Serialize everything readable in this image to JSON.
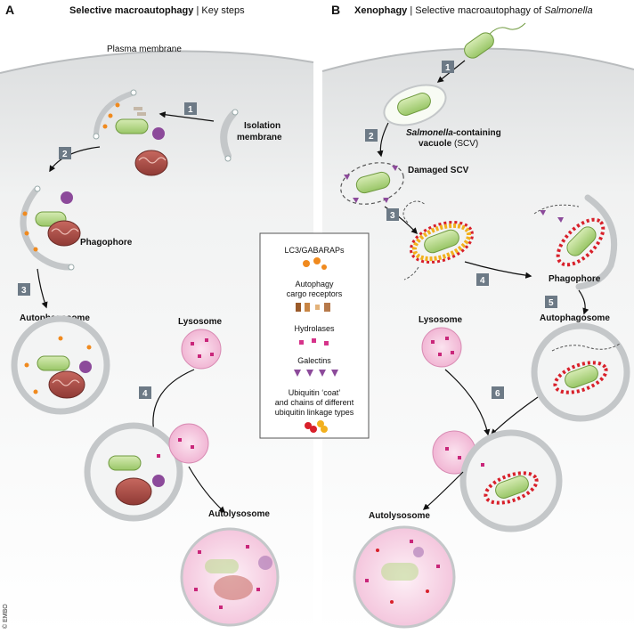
{
  "panel_a": {
    "letter": "A",
    "title_bold": "Selective macroautophagy",
    "title_rest": " | Key steps",
    "plasma_membrane": "Plasma membrane",
    "isolation_membrane_1": "Isolation",
    "isolation_membrane_2": "membrane",
    "phagophore": "Phagophore",
    "autophagosome": "Autophagosome",
    "lysosome": "Lysosome",
    "autolysosome": "Autolysosome",
    "steps": [
      "1",
      "2",
      "3",
      "4"
    ]
  },
  "panel_b": {
    "letter": "B",
    "title_bold": "Xenophagy",
    "title_rest": " | Selective macroautophagy of ",
    "title_italic": "Salmonella",
    "scv_1_italic": "Salmonella",
    "scv_1_rest": "-containing",
    "scv_2": "vacuole (SCV)",
    "damaged_scv": "Damaged SCV",
    "phagophore": "Phagophore",
    "autophagosome": "Autophagosome",
    "lysosome": "Lysosome",
    "autolysosome": "Autolysosome",
    "steps": [
      "1",
      "2",
      "3",
      "4",
      "5",
      "6"
    ]
  },
  "legend": {
    "lc3": "LC3/GABARAPs",
    "receptors_1": "Autophagy",
    "receptors_2": "cargo receptors",
    "hydrolases": "Hydrolases",
    "galectins": "Galectins",
    "ub_1": "Ubiquitin ‘coat’",
    "ub_2": "and chains of different",
    "ub_3": "ubiquitin linkage types"
  },
  "copyright": "© EMBO",
  "colors": {
    "background_cell": "#e9eaea",
    "membrane": "#c9cbcd",
    "bacterium": "#b9d98a",
    "mito": "#b5524c",
    "lysosome": "#f3c4dc",
    "step_box": "#6d7a86",
    "lc3": "#f08a1e",
    "galectin": "#8c4a9a",
    "ubiquitin": "#d8202a"
  }
}
